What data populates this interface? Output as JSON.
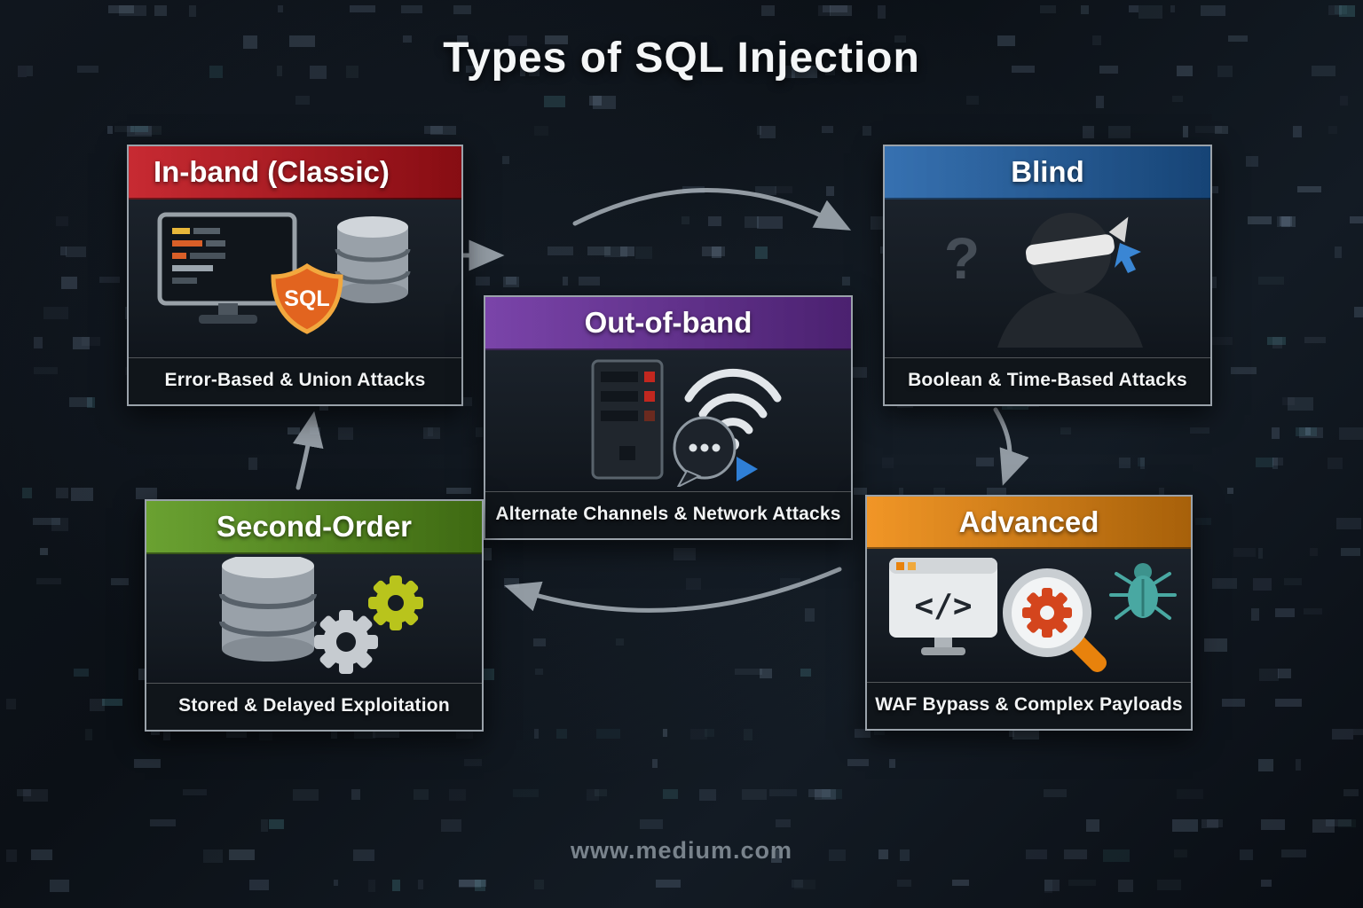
{
  "title": "Types of SQL Injection",
  "footer": "www.medium.com",
  "colors": {
    "background": "#0c1118",
    "card_body": "#161c23",
    "card_border": "#9aa2aa",
    "arrow": "#a9b2ba",
    "title_text": "#f4f6f7",
    "footer_text": "#79838c"
  },
  "cards": [
    {
      "id": "in-band",
      "label": "In-band (Classic)",
      "caption": "Error-Based & Union Attacks",
      "header_color": "#c1121b",
      "icons": [
        "monitor-code-icon",
        "sql-shield-icon",
        "database-icon"
      ]
    },
    {
      "id": "blind",
      "label": "Blind",
      "caption": "Boolean & Time-Based Attacks",
      "header_color": "#2061a8",
      "icons": [
        "question-mark-icon",
        "blindfolded-figure-icon",
        "cursor-icon"
      ]
    },
    {
      "id": "out-of-band",
      "label": "Out-of-band",
      "caption": "Alternate Channels & Network Attacks",
      "header_color": "#6b2fa0",
      "icons": [
        "server-tower-icon",
        "wifi-icon",
        "chat-bubble-icon"
      ]
    },
    {
      "id": "second-order",
      "label": "Second-Order",
      "caption": "Stored & Delayed Exploitation",
      "header_color": "#59971a",
      "icons": [
        "database-icon",
        "gear-gray-icon",
        "gear-green-icon"
      ]
    },
    {
      "id": "advanced",
      "label": "Advanced",
      "caption": "WAF Bypass & Complex Payloads",
      "header_color": "#ef8a0e",
      "icons": [
        "code-window-icon",
        "magnifier-gear-icon",
        "bug-icon"
      ]
    }
  ],
  "icon_text": {
    "sql_badge": "SQL",
    "question_mark": "?",
    "code_symbol": "</>"
  }
}
